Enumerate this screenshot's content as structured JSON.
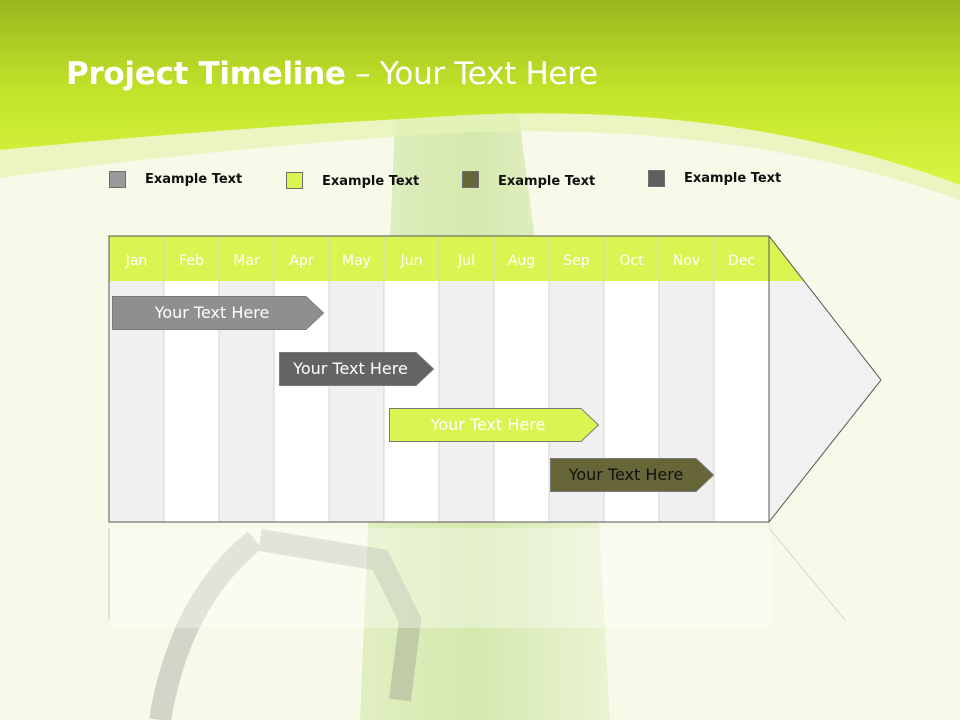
{
  "slide": {
    "title_bold": "Project Timeline",
    "title_rest": " – Your Text Here"
  },
  "legend": [
    {
      "label": "Example Text",
      "color": "#9a9a9a"
    },
    {
      "label": "Example Text",
      "color": "#d9f552"
    },
    {
      "label": "Example Text",
      "color": "#666638"
    },
    {
      "label": "Example Text",
      "color": "#5f5f5f"
    }
  ],
  "timeline": {
    "months": [
      "Jan",
      "Feb",
      "Mar",
      "Apr",
      "May",
      "Jun",
      "Jul",
      "Aug",
      "Sep",
      "Oct",
      "Nov",
      "Dec"
    ],
    "tasks": [
      {
        "label": "Your  Text Here",
        "start_month": "Jan",
        "end_month": "Apr",
        "color": "#8f8f8f",
        "text_color": "#ffffff"
      },
      {
        "label": "Your  Text Here",
        "start_month": "Apr",
        "end_month": "Jun",
        "color": "#646464",
        "text_color": "#ffffff"
      },
      {
        "label": "Your  Text Here",
        "start_month": "Jun",
        "end_month": "Sep",
        "color": "#d9f552",
        "text_color": "#ffffff"
      },
      {
        "label": "Your  Text Here",
        "start_month": "Sep",
        "end_month": "Dec",
        "color": "#666638",
        "text_color": "#111111"
      }
    ],
    "header_color": "#d9f552",
    "header_text_color": "#ffffff"
  }
}
